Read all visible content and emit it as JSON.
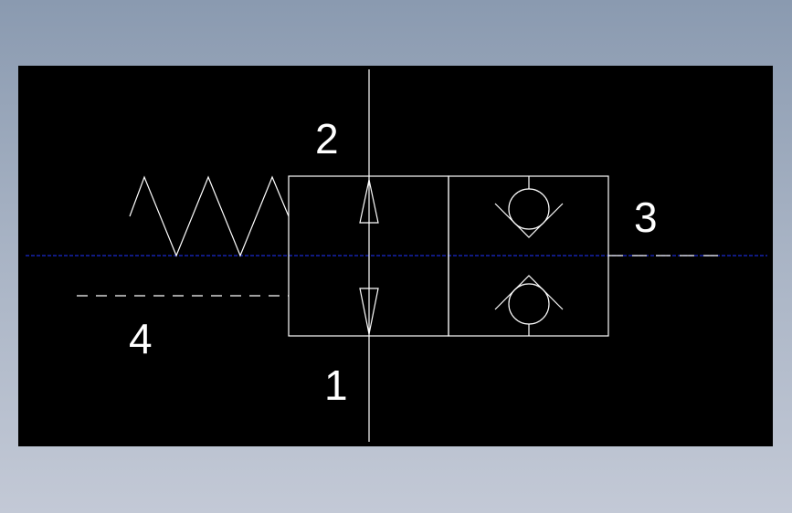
{
  "diagram": {
    "ports": {
      "port_1": "1",
      "port_2": "2",
      "port_3": "3",
      "port_4": "4"
    },
    "colors": {
      "background": "#000000",
      "line": "#ffffff",
      "centerline": "#1a2ad0"
    }
  }
}
